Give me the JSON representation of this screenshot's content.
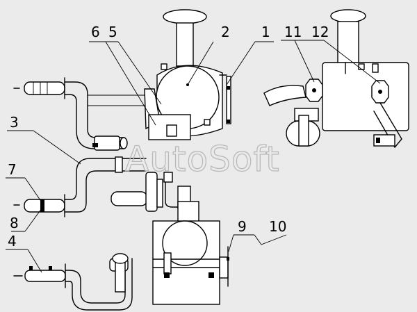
{
  "watermark": "AutoSoft",
  "callouts": {
    "c1": "1",
    "c2": "2",
    "c3": "3",
    "c4": "4",
    "c5": "5",
    "c6": "6",
    "c7": "7",
    "c8": "8",
    "c9": "9",
    "c10": "10",
    "c11": "11",
    "c12": "12"
  },
  "colors": {
    "background": "#ebebeb",
    "lines": "#000000",
    "watermark": "#b9b9b9"
  }
}
